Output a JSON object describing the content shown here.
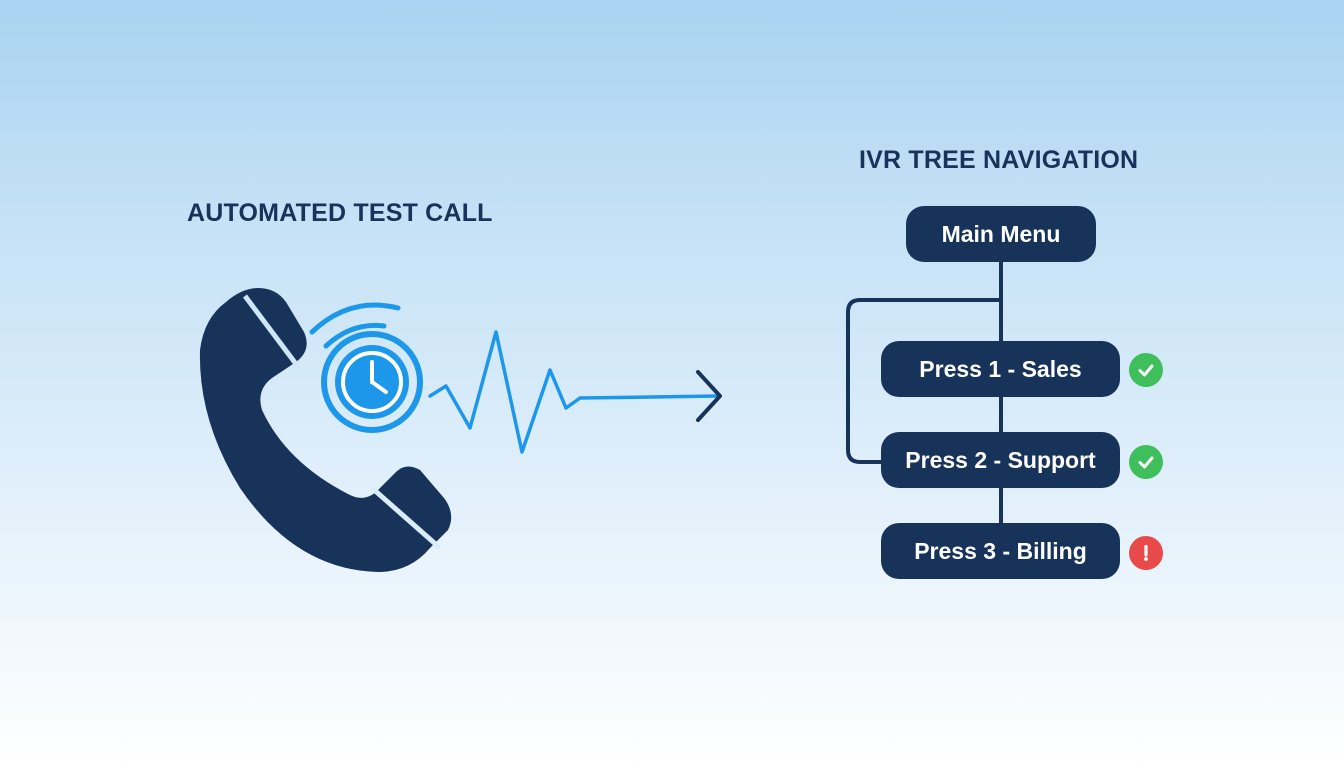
{
  "left_panel": {
    "title": "AUTOMATED TEST CALL",
    "icons": [
      "phone-handset-icon",
      "clock-icon",
      "signal-waves-icon",
      "waveform-icon",
      "arrow-right-icon"
    ]
  },
  "right_panel": {
    "title": "IVR TREE NAVIGATION",
    "root": {
      "label": "Main Menu"
    },
    "options": [
      {
        "label": "Press 1 - Sales",
        "status": "pass",
        "icon": "check-circle-icon",
        "color": "#3fbf5c"
      },
      {
        "label": "Press 2 - Support",
        "status": "pass",
        "icon": "check-circle-icon",
        "color": "#3fbf5c"
      },
      {
        "label": "Press 3 - Billing",
        "status": "error",
        "icon": "exclamation-circle-icon",
        "color": "#e84a4a"
      }
    ]
  },
  "colors": {
    "navy": "#18335a",
    "accent_blue": "#1d97ea",
    "success_green": "#3fbf5c",
    "error_red": "#e84a4a"
  }
}
